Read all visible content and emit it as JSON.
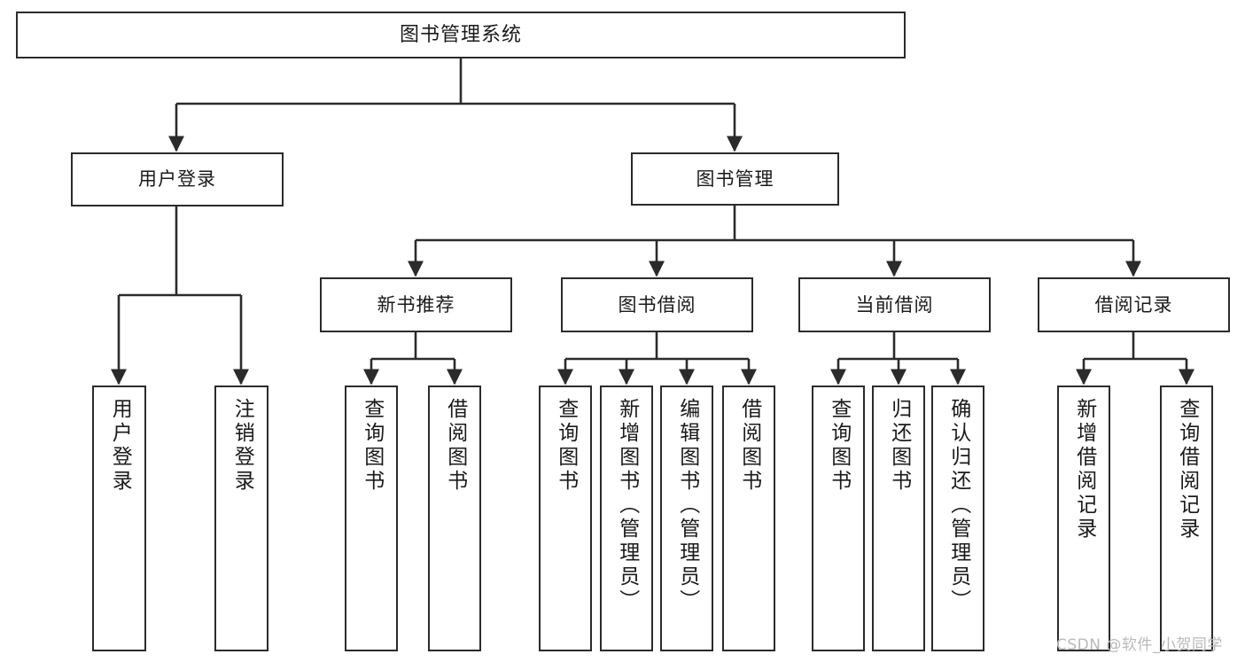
{
  "diagram": {
    "title": "图书管理系统",
    "type": "tree",
    "orientation": "top-down",
    "colors": {
      "node_border": "#2b2b2b",
      "node_fill": "#ffffff",
      "edge": "#2b2b2b",
      "text": "#1a1a1a",
      "watermark": "#b9b9b9",
      "background": "#ffffff"
    },
    "root": {
      "label": "图书管理系统"
    },
    "level1": [
      {
        "label": "用户登录"
      },
      {
        "label": "图书管理"
      }
    ],
    "level2": [
      {
        "label": "新书推荐"
      },
      {
        "label": "图书借阅"
      },
      {
        "label": "当前借阅"
      },
      {
        "label": "借阅记录"
      }
    ],
    "leaves": {
      "user_login": [
        {
          "label": "用户登录"
        },
        {
          "label": "注销登录"
        }
      ],
      "new_book_recommend": [
        {
          "label": "查询图书"
        },
        {
          "label": "借阅图书"
        }
      ],
      "book_borrow": [
        {
          "label": "查询图书"
        },
        {
          "label": "新增图书（管理员）"
        },
        {
          "label": "编辑图书（管理员）"
        },
        {
          "label": "借阅图书"
        }
      ],
      "current_borrow": [
        {
          "label": "查询图书"
        },
        {
          "label": "归还图书"
        },
        {
          "label": "确认归还（管理员）"
        }
      ],
      "borrow_record": [
        {
          "label": "新增借阅记录"
        },
        {
          "label": "查询借阅记录"
        }
      ]
    }
  },
  "watermark": {
    "text": "CSDN @软件_小贺同学"
  }
}
